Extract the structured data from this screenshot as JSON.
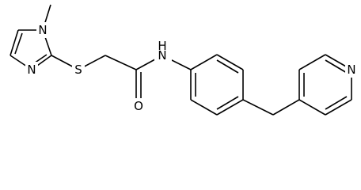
{
  "molecule": {
    "atom_labels": {
      "n_methyl": "N",
      "methyl_text": "",
      "n_imidazole": "N",
      "sulfur": "S",
      "oxygen": "O",
      "nh": "N",
      "nh_h": "H",
      "n_pyridine": "N"
    },
    "colors": {
      "bond": "#000000",
      "label": "#000000",
      "background": "#ffffff"
    }
  }
}
